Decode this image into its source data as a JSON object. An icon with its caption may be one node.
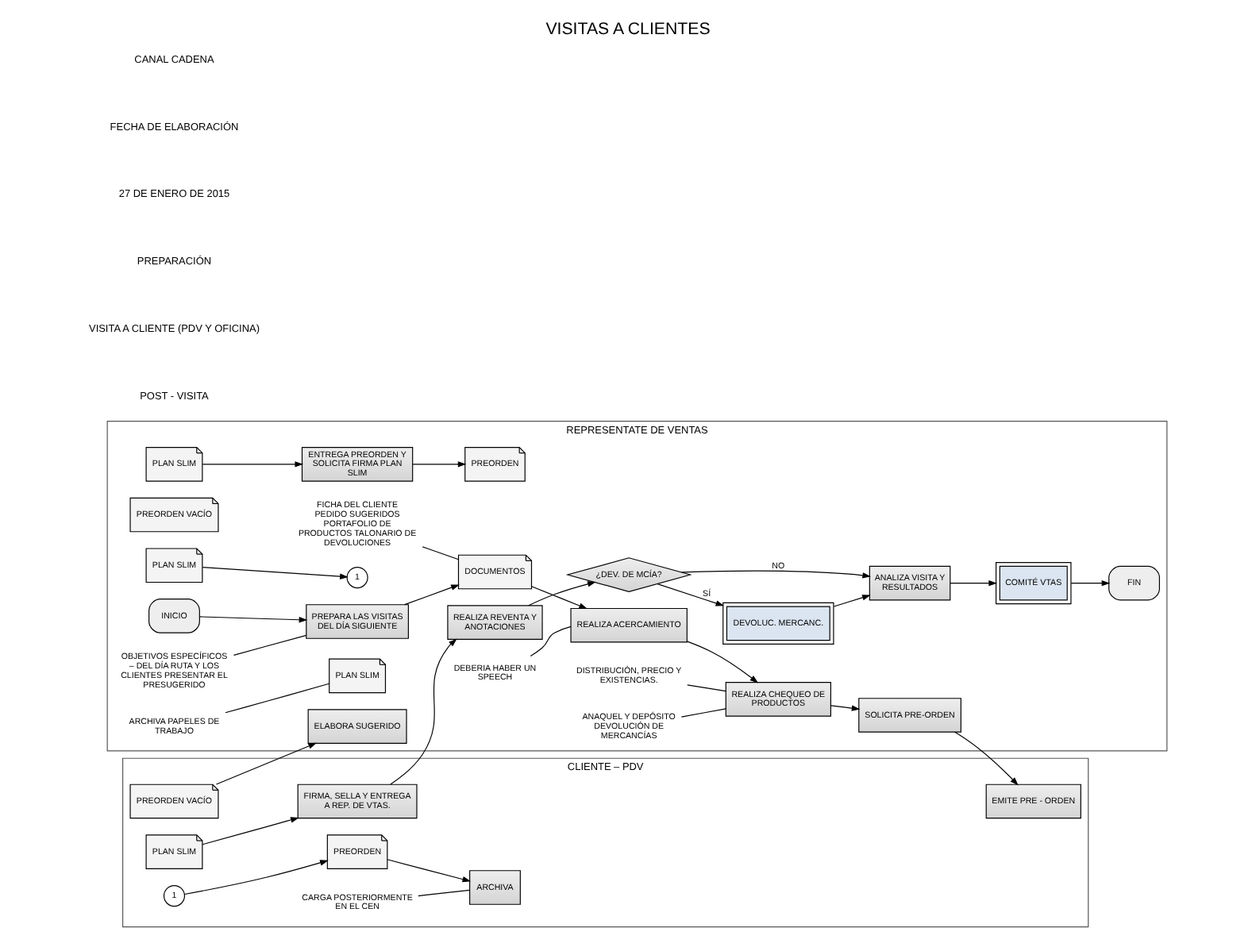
{
  "diagram": {
    "title": "VISITAS A CLIENTES",
    "nodes": [
      {
        "text": [
          "REPRESENTATE DE VENTAS"
        ]
      },
      {
        "text": [
          "CLIENTE – PDV"
        ]
      },
      {
        "text": [
          "INICIO"
        ],
        "in": 0
      },
      {
        "text": [
          "PREPARA LAS VISITAS DEL DÍA SIGUIENTE"
        ],
        "in": 0
      },
      {
        "text": [
          "DOCUMENTOS"
        ],
        "in": 0
      },
      {
        "text": [
          "REALIZA ACERCAMIENTO"
        ],
        "in": 0
      },
      {
        "text": [
          "REALIZA CHEQUEO DE PRODUCTOS"
        ],
        "in": 0
      },
      {
        "text": [
          "SOLICITA PRE-ORDEN"
        ],
        "in": 0
      },
      {
        "text": [
          "ELABORA SUGERIDO"
        ],
        "in": 0
      },
      {
        "text": [
          "PREORDEN VACÍO"
        ],
        "in": 0
      },
      {
        "text": [
          "PLAN SLIM"
        ],
        "in": 0
      },
      {
        "text": [
          "ENTREGA PREORDEN Y SOLICITA FIRMA PLAN SLIM"
        ],
        "in": 0
      },
      {
        "text": [
          "PREORDEN"
        ],
        "in": 0
      },
      {
        "text": [
          "PLAN SLIM"
        ],
        "in": 0
      },
      {
        "text": [
          "1"
        ],
        "in": 0
      },
      {
        "text": [
          "REALIZA REVENTA Y ANOTACIONES"
        ],
        "in": 0
      },
      {
        "text": [
          "PLAN SLIM"
        ],
        "in": 0
      },
      {
        "text": [
          "¿DEV. DE MCÍA?"
        ],
        "in": 0
      },
      {
        "text": [
          "DEVOLUC. MERCANC."
        ],
        "in": 0
      },
      {
        "text": [
          "ANALIZA VISITA Y RESULTADOS"
        ],
        "in": 0
      },
      {
        "text": [
          "COMITÉ VTAS"
        ],
        "in": 0
      },
      {
        "text": [
          "FIN"
        ],
        "in": 0
      },
      {
        "text": [
          "FICHA DEL CLIENTE PEDIDO SUGERIDOS PORTAFOLIO DE PRODUCTOS TALONARIO DE DEVOLUCIONES"
        ],
        "in": 0
      },
      {
        "text": [
          "OBJETIVOS ESPECÍFICOS – DEL DÍA RUTA Y LOS CLIENTES PRESENTAR EL PRESUGERIDO"
        ],
        "in": 0
      },
      {
        "text": [
          "DEBERIA HABER UN SPEECH"
        ],
        "in": 0
      },
      {
        "text": [
          "DISTRIBUCIÓN, PRECIO Y EXISTENCIAS."
        ],
        "in": 0
      },
      {
        "text": [
          "ANAQUEL Y DEPÓSITO DEVOLUCIÓN DE MERCANCÍAS"
        ],
        "in": 0
      },
      {
        "text": [
          "ARCHIVA PAPELES DE TRABAJO"
        ],
        "in": 0
      },
      {
        "text": [
          "EMITE PRE - ORDEN"
        ],
        "in": 1
      },
      {
        "text": [
          "PREORDEN VACÍO"
        ],
        "in": 1
      },
      {
        "text": [
          "1"
        ],
        "in": 1
      },
      {
        "text": [
          "PREORDEN"
        ],
        "in": 1
      },
      {
        "text": [
          "PLAN SLIM"
        ],
        "in": 1
      },
      {
        "text": [
          "FIRMA, SELLA Y ENTREGA A REP. DE VTAS."
        ],
        "in": 1
      },
      {
        "text": [
          "ARCHIVA"
        ],
        "in": 1
      },
      {
        "text": [
          "CARGA POSTERIORMENTE EN EL CEN"
        ],
        "in": 1
      }
    ],
    "edges": [
      {
        "from": 2,
        "to": 3,
        "arrow": "to"
      },
      {
        "from": 3,
        "to": 4,
        "arrow": "to"
      },
      {
        "from": 4,
        "to": 5,
        "arrow": "to"
      },
      {
        "from": 5,
        "to": 6,
        "arrow": "to"
      },
      {
        "from": 6,
        "to": 7,
        "arrow": "to"
      },
      {
        "from": 7,
        "to": 28,
        "arrow": "to"
      },
      {
        "from": 29,
        "to": 8,
        "arrow": "to"
      },
      {
        "from": 10,
        "to": 11,
        "arrow": "to"
      },
      {
        "from": 11,
        "to": 12,
        "arrow": "to"
      },
      {
        "from": 13,
        "to": 14,
        "arrow": "to"
      },
      {
        "from": 30,
        "to": 31,
        "arrow": "to"
      },
      {
        "from": 32,
        "to": 33,
        "arrow": "to"
      },
      {
        "from": 33,
        "to": 15,
        "arrow": "to"
      },
      {
        "from": 15,
        "to": 17,
        "arrow": "to"
      },
      {
        "from": 17,
        "to": 19,
        "arrow": "to",
        "label": "NO"
      },
      {
        "from": 17,
        "to": 18,
        "arrow": "to",
        "label": "SÍ"
      },
      {
        "from": 18,
        "to": 19,
        "arrow": "to"
      },
      {
        "from": 19,
        "to": 20,
        "arrow": "to"
      },
      {
        "from": 20,
        "to": 21,
        "arrow": "to"
      },
      {
        "from": 31,
        "to": 34,
        "arrow": "to"
      },
      {
        "from": 22,
        "to": 4,
        "arrow": "none"
      },
      {
        "from": 23,
        "to": 3,
        "arrow": "none"
      },
      {
        "from": 24,
        "to": 5,
        "arrow": "none"
      },
      {
        "from": 25,
        "to": 6,
        "arrow": "none"
      },
      {
        "from": 26,
        "to": 6,
        "arrow": "none"
      },
      {
        "from": 27,
        "to": 16,
        "arrow": "none"
      },
      {
        "from": 35,
        "to": 34,
        "arrow": "none"
      }
    ],
    "labels": [
      "CANAL CADENA",
      "FECHA DE ELABORACIÓN",
      "27 DE ENERO DE 2015",
      "PREPARACIÓN",
      "VISITA A CLIENTE (PDV Y OFICINA)",
      "POST - VISITA"
    ]
  }
}
